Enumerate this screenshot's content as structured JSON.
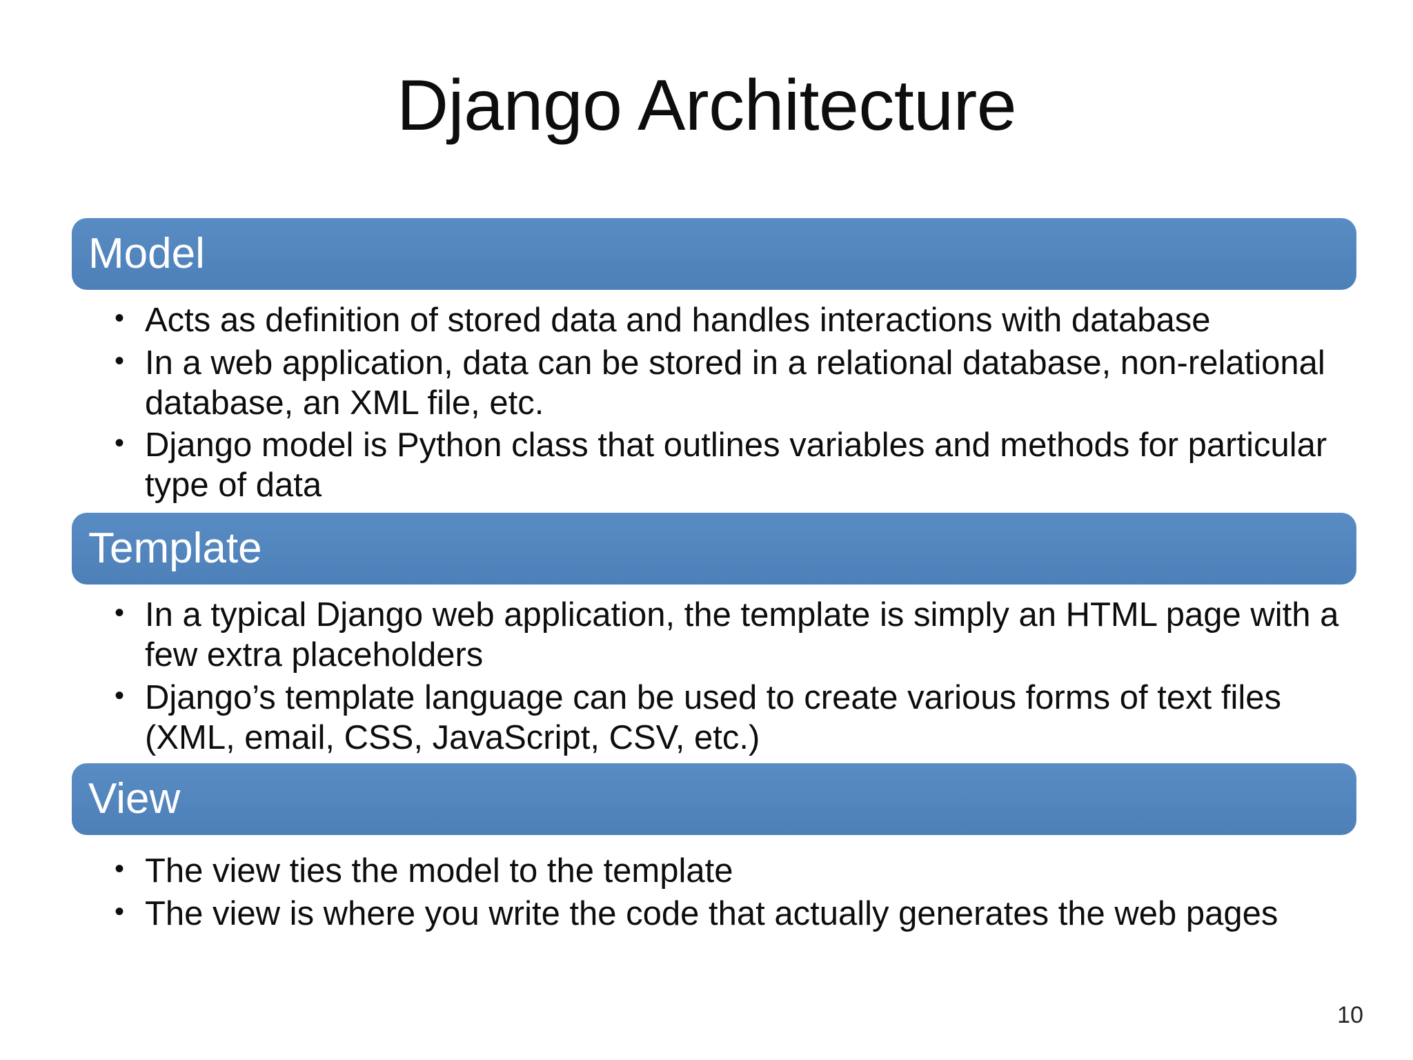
{
  "slide": {
    "title": "Django Architecture",
    "page_number": "10",
    "accent_color": "#5487c0",
    "header_text_color": "#ffffff",
    "body_text_color": "#0d0d0d",
    "background_color": "#ffffff"
  },
  "sections": [
    {
      "header": "Model",
      "bullets": [
        "Acts as definition of stored data and handles interactions with database",
        "In a web application, data can be stored in a relational database, non-relational database, an XML file, etc.",
        "Django model is Python class that outlines variables and methods for particular type of data"
      ]
    },
    {
      "header": "Template",
      "bullets": [
        "In a typical Django web application, the template is simply an HTML page with a few extra placeholders",
        "Django’s template language can be used to create various forms of text files (XML, email, CSS, JavaScript, CSV, etc.)"
      ]
    },
    {
      "header": "View",
      "bullets": [
        "The view ties the model to the template",
        "The view is where you write the code that actually generates the web pages"
      ]
    }
  ]
}
